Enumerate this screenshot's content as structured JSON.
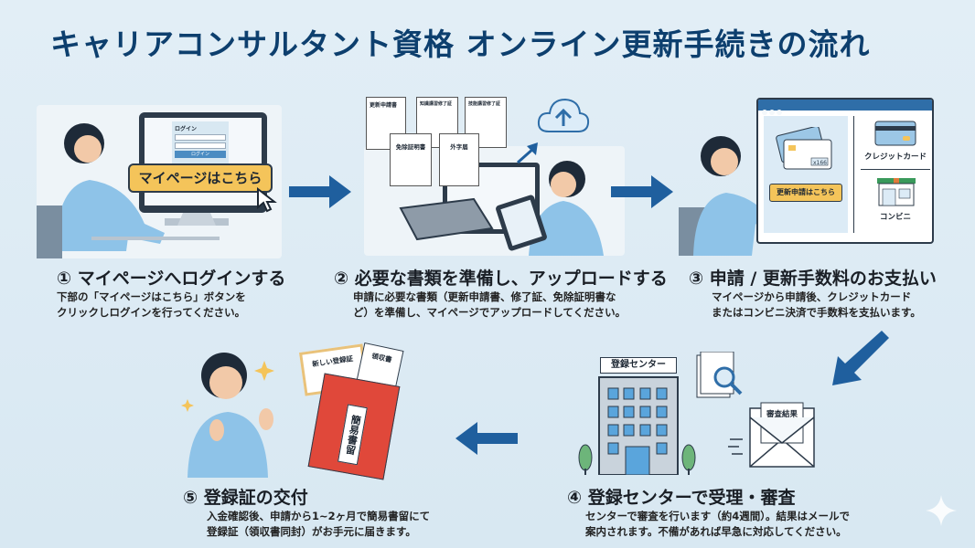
{
  "title": "キャリアコンサルタント資格 オンライン更新手続きの流れ",
  "steps": [
    {
      "title": "① マイページへログインする",
      "desc": [
        "下部の「マイページはこちら」ボタンを",
        "クリックしログインを行ってください。"
      ],
      "illustration": {
        "login_heading": "ログイン",
        "login_button": "ログイン",
        "mypage_button": "マイページはこちら"
      }
    },
    {
      "title": "② 必要な書類を準備し、アップロードする",
      "desc": [
        "申請に必要な書類（更新申請書、修了証、免除証明書な",
        "ど）を準備し、マイページでアップロードしてください。"
      ],
      "illustration": {
        "docs": [
          "更新申請書",
          "知識講習修了証",
          "技能講習修了証",
          "免除証明書",
          "外字届"
        ]
      }
    },
    {
      "title": "③ 申請 / 更新手数料のお支払い",
      "desc": [
        "マイページから申請後、クレジットカード",
        "またはコンビニ決済で手数料を支払います。"
      ],
      "illustration": {
        "apply_button": "更新申請はこちら",
        "card_number": "x166",
        "credit_card": "クレジットカード",
        "convenience_store": "コンビニ"
      }
    },
    {
      "title": "④ 登録センターで受理・審査",
      "desc": [
        "センターで審査を行います（約4週間）。結果はメールで",
        "案内されます。不備があれば早急に対応してください。"
      ],
      "illustration": {
        "building_sign": "登録センター",
        "result_letter": "審査結果"
      }
    },
    {
      "title": "⑤ 登録証の交付",
      "desc": [
        "入金確認後、申請から1~2ヶ月で簡易書留にて",
        "登録証（領収書同封）がお手元に届きます。"
      ],
      "illustration": {
        "certificate": "新しい登録証",
        "receipt": "領収書",
        "envelope": "簡易書留"
      }
    }
  ],
  "colors": {
    "title": "#0d3f6e",
    "arrow": "#1f5f9e",
    "button": "#f4c45a",
    "envelope": "#e0483a"
  }
}
